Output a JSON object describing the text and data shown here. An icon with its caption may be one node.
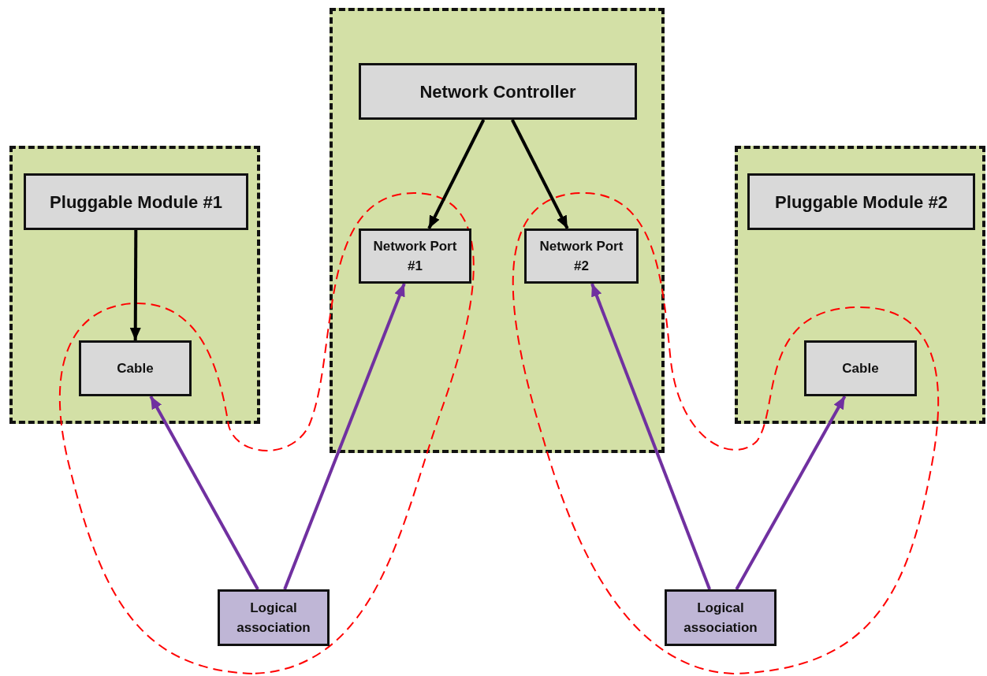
{
  "diagram": {
    "nodes": [
      {
        "text": [],
        "shape": "box"
      },
      {
        "text": [
          "Pluggable Module #1"
        ],
        "in": 0
      },
      {
        "text": [
          "Cable"
        ],
        "in": 0
      },
      {
        "text": [],
        "shape": "box"
      },
      {
        "text": [
          "Network Controller"
        ],
        "in": 3
      },
      {
        "text": [
          "Network Port #1"
        ],
        "in": 3
      },
      {
        "text": [
          "Network Port #2"
        ],
        "in": 3
      },
      {
        "text": [],
        "shape": "box"
      },
      {
        "text": [
          "Pluggable Module #2"
        ],
        "in": 7
      },
      {
        "text": [
          "Cable"
        ],
        "in": 7
      },
      {
        "text": [
          "Logical association"
        ]
      },
      {
        "text": [
          "Logical association"
        ]
      }
    ],
    "edges": [
      {
        "from": 1,
        "to": 2,
        "arrow": "to",
        "color": "#000000"
      },
      {
        "from": 4,
        "to": 5,
        "arrow": "to",
        "color": "#000000"
      },
      {
        "from": 4,
        "to": 6,
        "arrow": "to",
        "color": "#000000"
      },
      {
        "from": 10,
        "to": 2,
        "arrow": "to"
      },
      {
        "from": 10,
        "to": 5,
        "arrow": "to"
      },
      {
        "from": 11,
        "to": 6,
        "arrow": "to"
      },
      {
        "from": 11,
        "to": 9,
        "arrow": "to"
      }
    ]
  }
}
